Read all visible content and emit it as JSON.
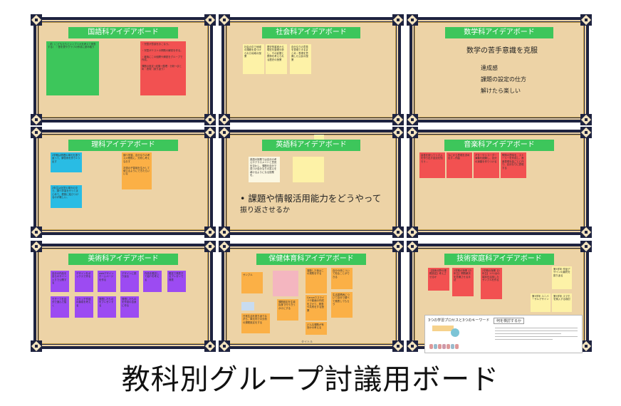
{
  "boards": [
    {
      "id": "japanese",
      "title": "国語科アイデアボード",
      "notes": [
        {
          "text": "・前（こどもたちとシンブリオを考えて発表する）\n・音を表やグラフの作成に読み取り",
          "color": "g"
        },
        {
          "text": "・児童が意欲をおこなう。\n\n・児童がテストの問題の解説を作る。\n\n・最後にこの個問や解説をグループで作成。\n\n課題の設定→収集→整理・分析→まとめ・表現（振り返り）",
          "color": "r"
        }
      ]
    },
    {
      "id": "social",
      "title": "社会科アイデアボード",
      "notes": [
        {
          "text": "社会の中で地域の課題を見つけられた地域の授業",
          "color": "y"
        },
        {
          "text": "歴史的事実から現在を整理分析し、その影響と関係を考えられる歴史の授業",
          "color": "y"
        },
        {
          "text": "自分なりの意見を表現できるまとめ・表現を意識した公民の授業",
          "color": "y"
        }
      ]
    },
    {
      "id": "math",
      "title": "数学科アイデアボード",
      "big_lines": [
        "数学の苦手意識を克服",
        "達成感",
        "課題の設定の仕方",
        "解けたら楽しい"
      ]
    },
    {
      "id": "science",
      "title": "理科アイデアボード",
      "notes": [
        {
          "text": "2学期は物理の単元を振り返って、解答例を作り1つ出す",
          "color": "c"
        },
        {
          "text": "調べ学習。自分なりの考えの根拠に、分析し考えなおす\n\n次週の子習時を生かして使えるようにできたらいいな",
          "color": "o"
        },
        {
          "text": "2年生は化学の単元の中で、調べ学習を行ってまとめて、根拠に結びつけるのが難しい。",
          "color": "c"
        }
      ]
    },
    {
      "id": "english",
      "title": "英語科アイデアボード",
      "notes": [
        {
          "text": "英語の授業では自分の考えやクラスメイトと意見を交わし、課題を自分で見つけ自分なりの答えを導けるようになる授業を。",
          "color": "y"
        },
        {
          "text": "",
          "color": "y"
        }
      ],
      "handwriting": [
        "• 課題や情報活用能力をどうやって",
        "振り返させるか"
      ]
    },
    {
      "id": "music",
      "title": "音楽科アイデアボード",
      "notes": [
        {
          "text": "高音を使ってリズムを作り出す技法を知ろう…",
          "color": "r"
        },
        {
          "text": "なにから表現を決め出す…作曲",
          "color": "r"
        },
        {
          "text": "ギターやリコーダー演奏を経験し、自分の演奏を作りつける",
          "color": "r"
        },
        {
          "text": "歌詞の意味を、ストーリーを作成し、音楽表現を曲ごとに作り、自分なりに表現する",
          "color": "r"
        }
      ]
    },
    {
      "id": "art",
      "title": "美術科アイデアボード",
      "notes": [
        {
          "text": "自分の作品を自らのサイン入りで公開する",
          "color": "p"
        },
        {
          "text": "デザインをボックスで作る",
          "color": "p"
        },
        {
          "text": "webデザインホームページを作る",
          "color": "p"
        },
        {
          "text": "デザインに振り返る",
          "color": "p"
        },
        {
          "text": "作品を鑑賞して紹介を考える",
          "color": "p"
        },
        {
          "text": "鑑賞で発表するプレゼンで発表",
          "color": "p"
        },
        {
          "text": "モチーフを自分で選んで描く",
          "color": "p"
        },
        {
          "text": "スケッチ作品の構成を考える",
          "color": "p"
        },
        {
          "text": "発想したものをプレゼンする",
          "color": "p"
        },
        {
          "text": "発想したものを作品の自身に作る",
          "color": "p"
        }
      ]
    },
    {
      "id": "pe",
      "title": "保健体育科アイデアボード",
      "notes": [
        {
          "text": "サンプル",
          "color": "o"
        },
        {
          "text": "",
          "color": "pk"
        },
        {
          "text": "運動した後はこの規則を守る",
          "color": "o"
        },
        {
          "text": "自分の体について知ることができる",
          "color": "o"
        },
        {
          "text": "Canvaでスライドや動画の作成をさせて、発表や共有をする授業",
          "color": "o"
        },
        {
          "text": "",
          "color": "lb"
        },
        {
          "text": "課題設定を生徒自身で行うきっかけにする",
          "color": "o"
        },
        {
          "text": "生活習慣病について自分で調べて発表してもらう",
          "color": "o"
        },
        {
          "text": "どんな課題が有効かの考える",
          "color": "o"
        },
        {
          "text": "日常生活を振り返りながら、単元内での分析の課題設定をする",
          "color": "o"
        }
      ],
      "footer_label": "タイトル"
    },
    {
      "id": "home",
      "title": "技術家庭科アイデアボード",
      "notes": [
        {
          "text": "【技術分野の課題設定】考えさせるか",
          "color": "r"
        },
        {
          "text": "2学期の授業【3年生】問題解決を意識させる手法",
          "color": "r"
        },
        {
          "text": "2学期の授業【2年生】1人1台の端末を活用したサンプルを作る",
          "color": "r"
        },
        {
          "text": "第3学年 作品デザインの最終を振り返る",
          "color": "y"
        },
        {
          "text": "第3学年 ユニバーサルデザイン",
          "color": "y"
        },
        {
          "text": "第3学年 スマホを購入する検討",
          "color": "y"
        }
      ],
      "slide_title_1": "3つの学習プロセスと3つのキーワード",
      "slide_title_2": "何を検討するか"
    }
  ],
  "caption": "教科別グループ討議用ボード"
}
